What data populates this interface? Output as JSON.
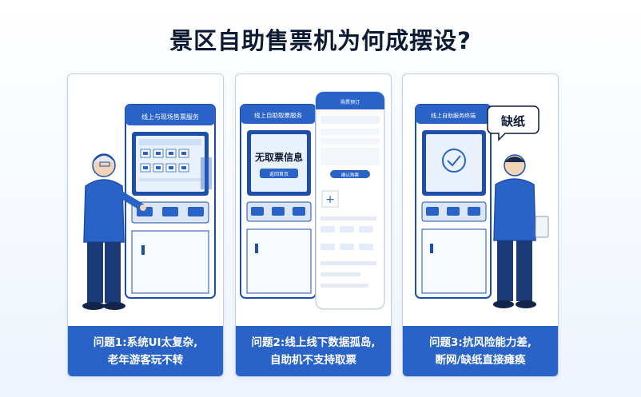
{
  "title": "景区自助售票机为何成摆设?",
  "panels": [
    {
      "header": "线上与现场售票服务",
      "caption_line1": "问题1:系统UI太复杂,",
      "caption_line2": "老年游客玩不转"
    },
    {
      "header": "线上自助取票服务",
      "screen_message": "无取票信息",
      "screen_button": "返回首页",
      "phone": {
        "title": "购票预订",
        "confirm_button": "确认购票"
      },
      "caption_line1": "问题2:线上线下数据孤岛,",
      "caption_line2": "自助机不支持取票"
    },
    {
      "header": "线上自助服务终端",
      "bubble": "缺纸",
      "caption_line1": "问题3:抗风险能力差,",
      "caption_line2": "断网/缺纸直接瘫痪"
    }
  ],
  "colors": {
    "primary_blue": "#2a63c8",
    "dark_navy": "#0d1a33",
    "kiosk_body": "#ffffff",
    "outline": "#1e4fa8"
  }
}
